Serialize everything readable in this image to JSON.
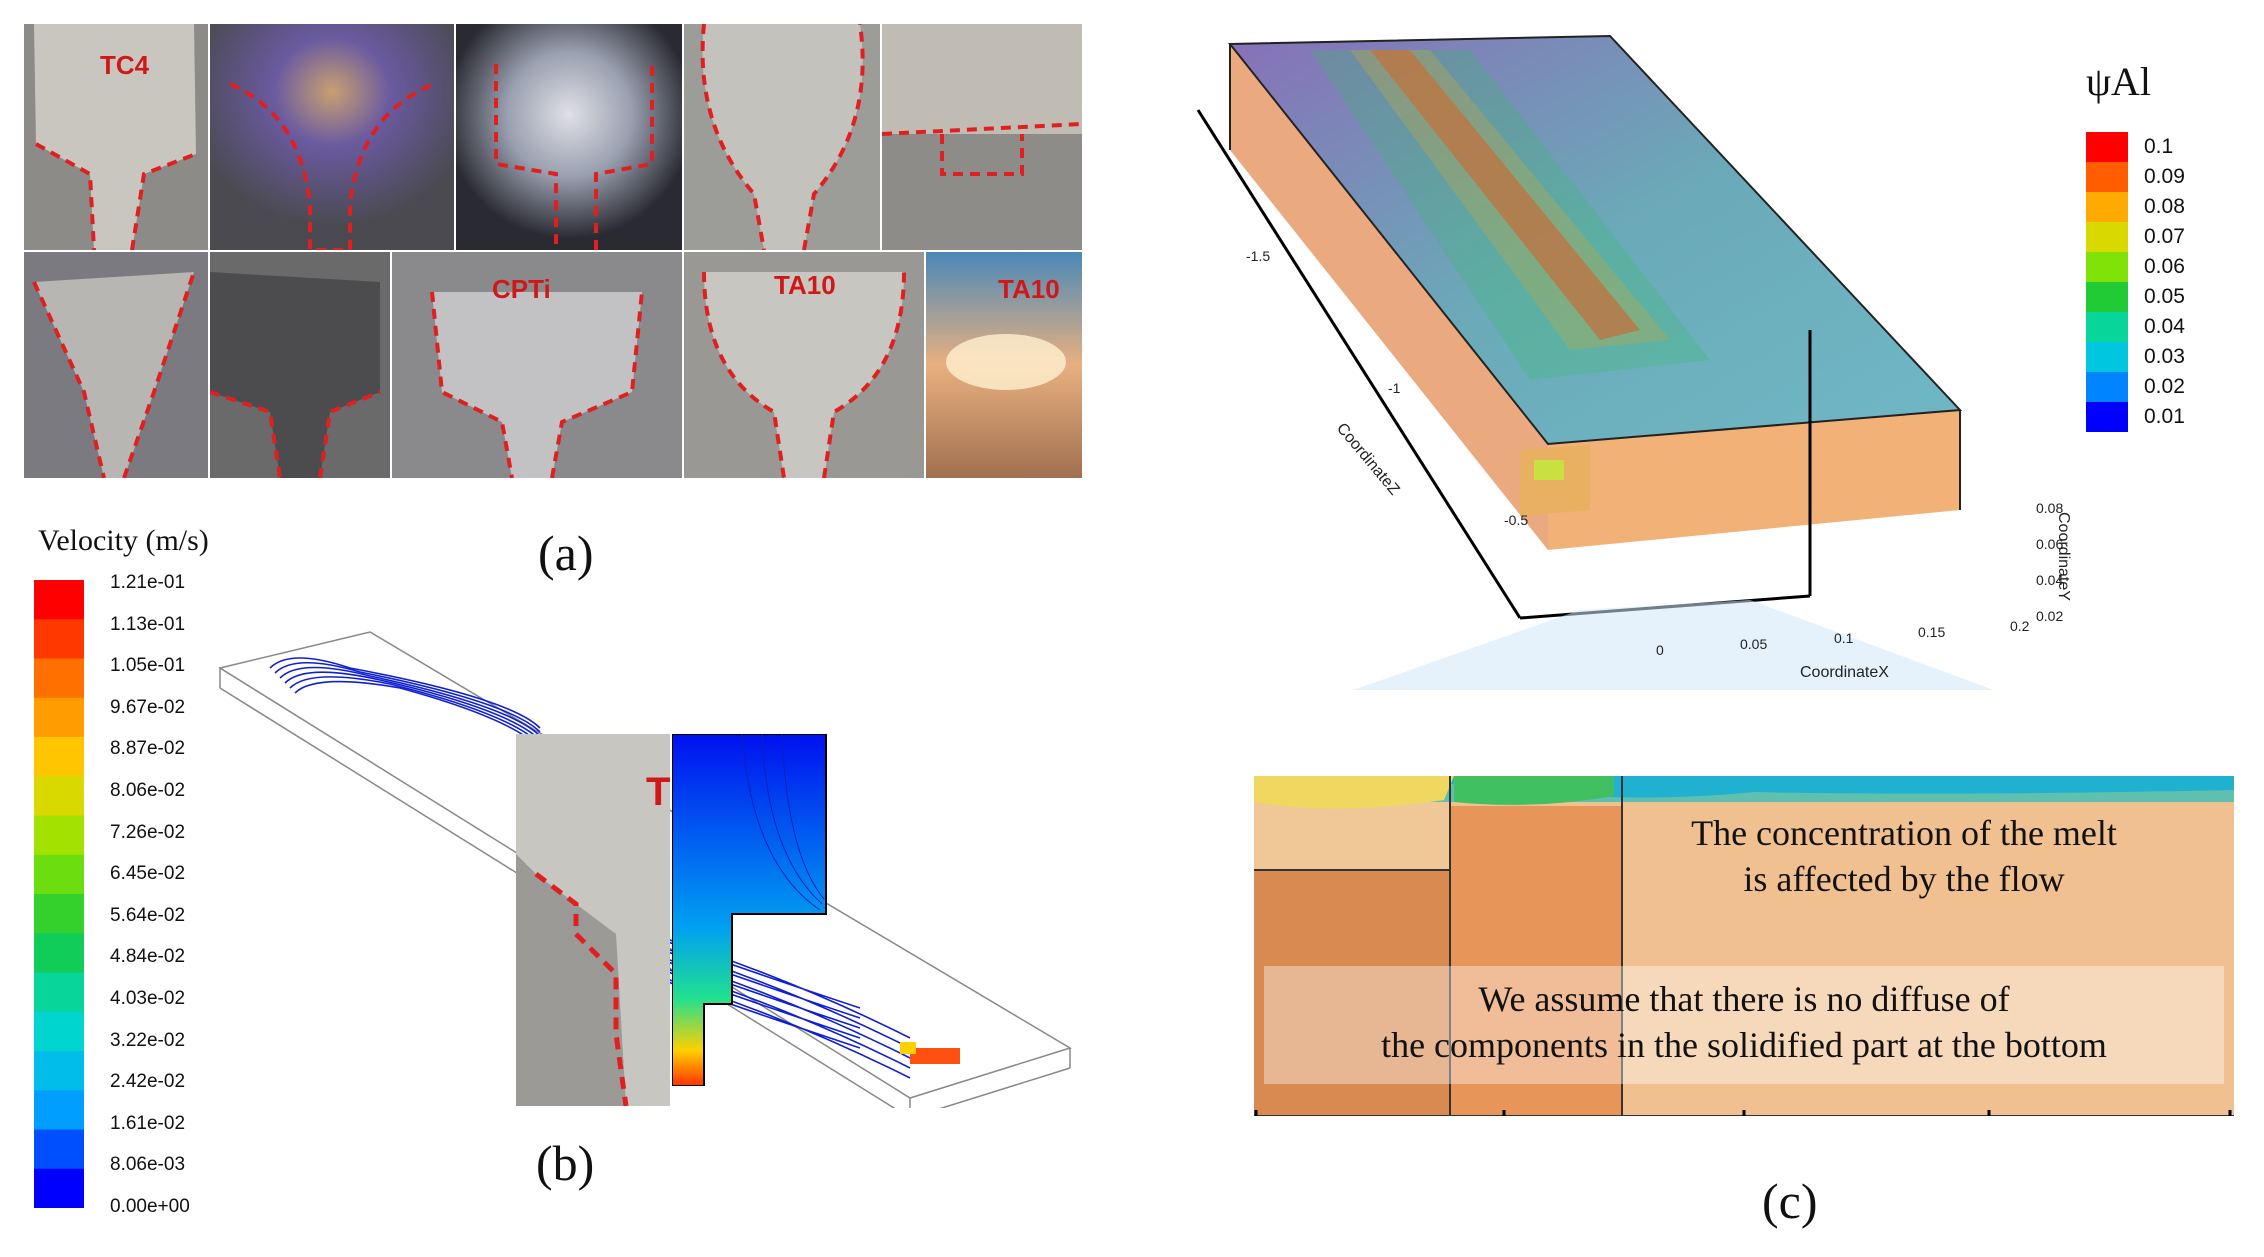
{
  "panel_a": {
    "caption": "(a)",
    "photo_labels": [
      "TC4",
      "CPTi",
      "TA10",
      "TA10"
    ]
  },
  "panel_b": {
    "caption": "(b)",
    "legend_title": "Velocity (m/s)",
    "legend_ticks": [
      "1.21e-01",
      "1.13e-01",
      "1.05e-01",
      "9.67e-02",
      "8.87e-02",
      "8.06e-02",
      "7.26e-02",
      "6.45e-02",
      "5.64e-02",
      "4.84e-02",
      "4.03e-02",
      "3.22e-02",
      "2.42e-02",
      "1.61e-02",
      "8.06e-03",
      "0.00e+00"
    ],
    "inset_label": "T"
  },
  "panel_c": {
    "caption": "(c)",
    "legend_title": "ψAl",
    "legend_ticks": [
      "0.1",
      "0.09",
      "0.08",
      "0.07",
      "0.06",
      "0.05",
      "0.04",
      "0.03",
      "0.02",
      "0.01"
    ],
    "axis_z_title": "CoordinateZ",
    "axis_z_ticks": [
      "-1.5",
      "-1",
      "-0.5"
    ],
    "axis_x_title": "CoordinateX",
    "axis_x_ticks": [
      "0",
      "0.05",
      "0.1",
      "0.15",
      "0.2"
    ],
    "axis_y_title": "CoordinateY",
    "axis_y_ticks": [
      "0.08",
      "0.06",
      "0.04",
      "0.02"
    ],
    "note_flow_line1": "The concentration of the melt",
    "note_flow_line2": "is affected by the flow",
    "note_assume_line1": "We assume that there is no diffuse of",
    "note_assume_line2": "the components in the solidified part at the bottom"
  },
  "colors": {
    "dashed_outline": "#e02020",
    "label_red": "#d01818",
    "rainbow_top": "#ff0000",
    "rainbow_bottom": "#0000ff",
    "melt_orange": "#f0a060"
  }
}
